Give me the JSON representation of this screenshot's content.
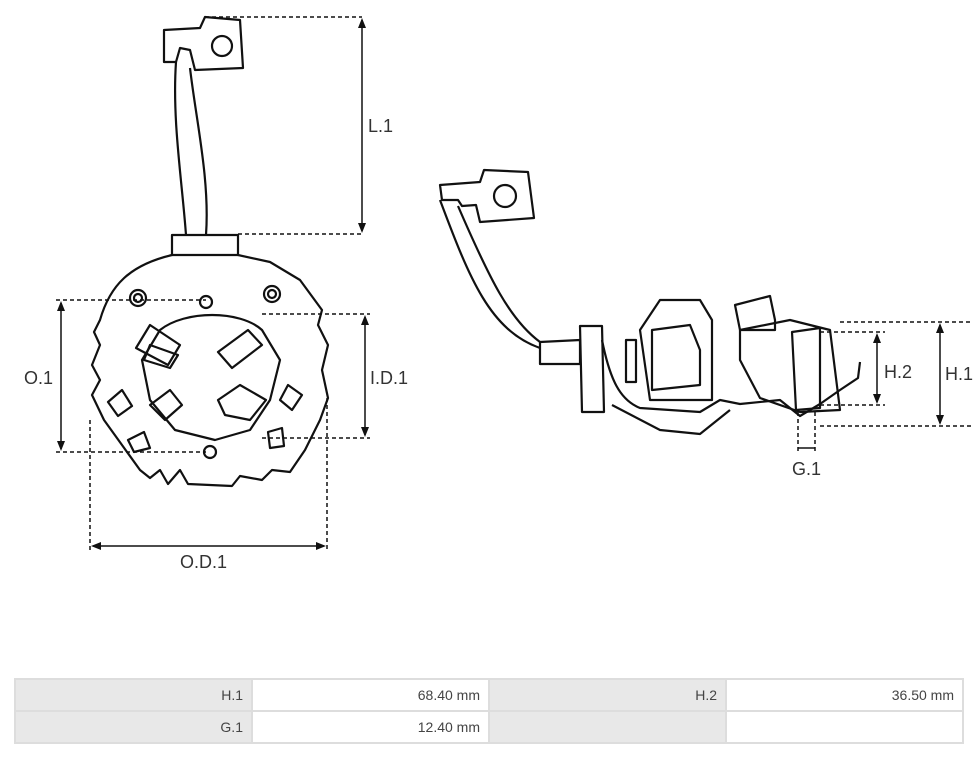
{
  "diagram": {
    "labels": {
      "l1": "L.1",
      "o1": "O.1",
      "id1": "I.D.1",
      "od1": "O.D.1",
      "h2": "H.2",
      "h1": "H.1",
      "g1": "G.1"
    }
  },
  "specs": {
    "rows": [
      [
        {
          "key": "H.1",
          "value": "68.40 mm"
        },
        {
          "key": "H.2",
          "value": "36.50 mm"
        }
      ],
      [
        {
          "key": "G.1",
          "value": "12.40 mm"
        },
        {
          "key": "",
          "value": ""
        }
      ]
    ]
  }
}
